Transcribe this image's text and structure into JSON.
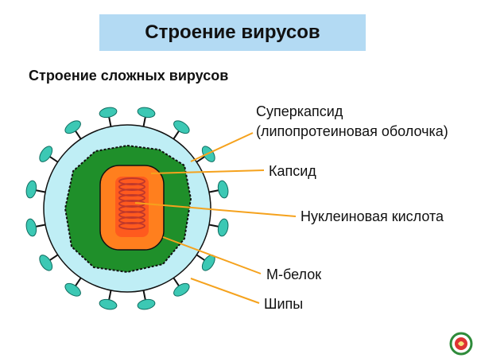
{
  "header": {
    "title": "Строение вирусов"
  },
  "subtitle": "Строение сложных вирусов",
  "labels": {
    "supercapsid_line1": "Суперкапсид",
    "supercapsid_line2": "(липопротеиновая оболочка)",
    "capsid": "Капсид",
    "nucleic_acid": "Нуклеиновая кислота",
    "m_protein": "М-белок",
    "spikes": "Шипы"
  },
  "colors": {
    "title_bg": "#b3daf3",
    "spikes": "#3cc8b4",
    "supercapsid": "#bfeef5",
    "m_protein": "#1f8f2a",
    "capsid": "#ff7f1e",
    "nucleic_acid": "#c0392b",
    "pointer_lines": "#f5a21d"
  },
  "icons": {
    "logo": "medical-emblem-icon"
  }
}
